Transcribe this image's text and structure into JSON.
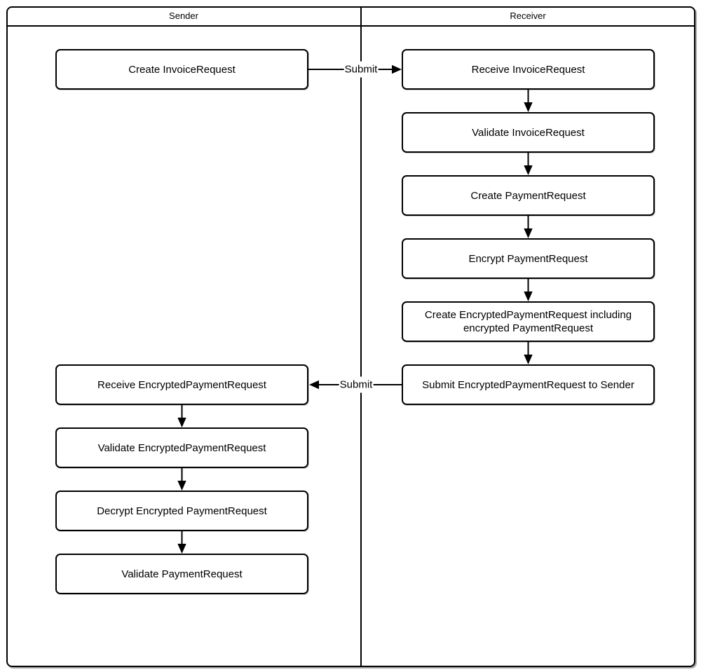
{
  "diagram": {
    "type": "swimlane-flowchart",
    "lanes": {
      "sender": {
        "label": "Sender"
      },
      "receiver": {
        "label": "Receiver"
      }
    },
    "nodes": {
      "create_invoice_request": "Create InvoiceRequest",
      "receive_invoice_request": "Receive InvoiceRequest",
      "validate_invoice_request": "Validate InvoiceRequest",
      "create_payment_request": "Create PaymentRequest",
      "encrypt_payment_request": "Encrypt PaymentRequest",
      "create_encrypted_payment_request": "Create EncryptedPaymentRequest including encrypted PaymentRequest",
      "submit_encrypted_to_sender": "Submit EncryptedPaymentRequest to Sender",
      "receive_encrypted_payment_request": "Receive EncryptedPaymentRequest",
      "validate_encrypted_payment_request": "Validate EncryptedPaymentRequest",
      "decrypt_encrypted_payment_request": "Decrypt Encrypted PaymentRequest",
      "validate_payment_request": "Validate PaymentRequest"
    },
    "edges": {
      "submit_invoice_label": "Submit",
      "submit_payment_label": "Submit"
    },
    "colors": {
      "line": "#000000",
      "background": "#ffffff"
    }
  }
}
